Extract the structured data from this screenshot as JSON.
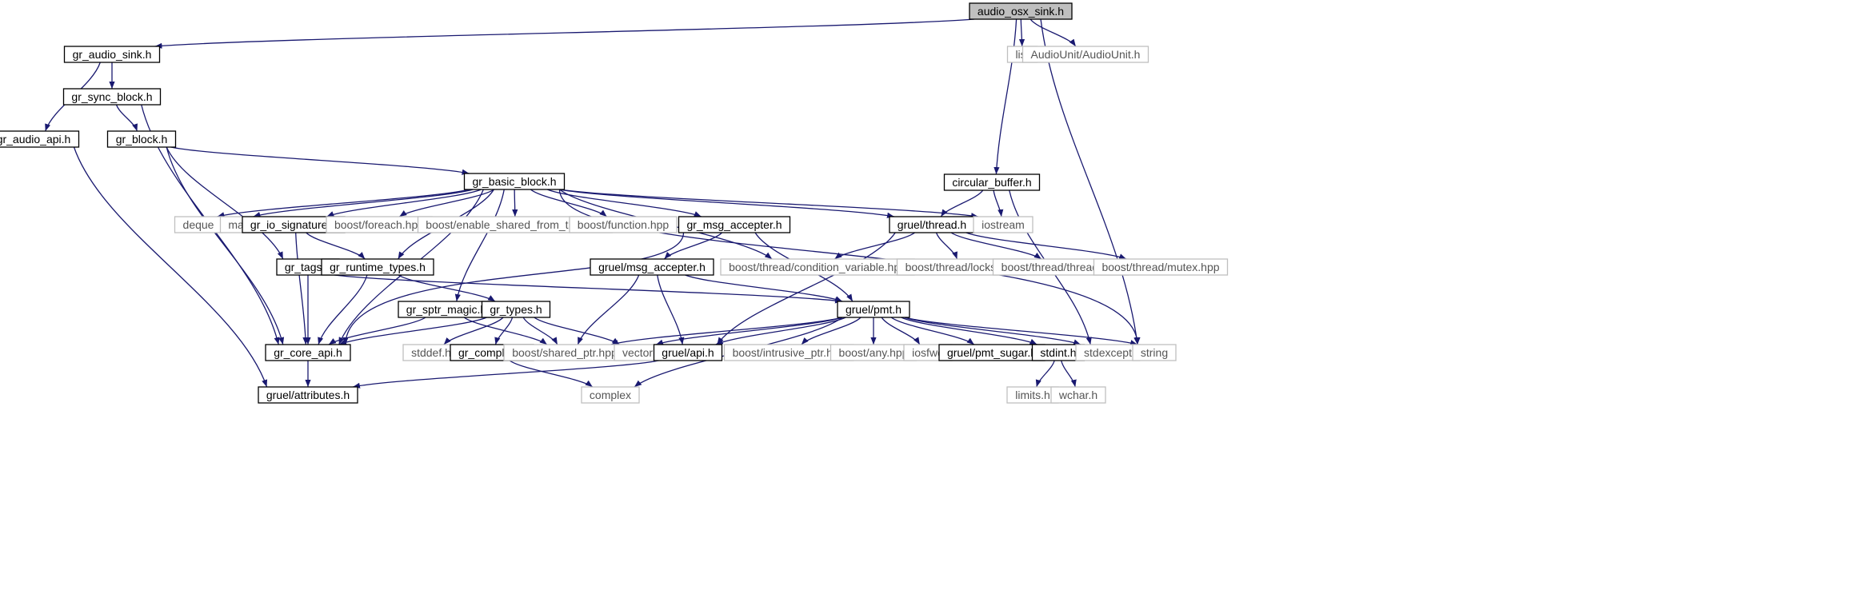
{
  "colors": {
    "edge": "#191970",
    "root_fill": "#bfbfbf",
    "node_border": "#000000",
    "external_border": "#bfbfbf",
    "external_text": "#555555"
  },
  "nodes": [
    {
      "id": "audio_osx_sink",
      "label": "audio_osx_sink.h",
      "kind": "root"
    },
    {
      "id": "gr_audio_sink",
      "label": "gr_audio_sink.h",
      "kind": "file"
    },
    {
      "id": "list",
      "label": "list",
      "kind": "external"
    },
    {
      "id": "audiounit",
      "label": "AudioUnit/AudioUnit.h",
      "kind": "external"
    },
    {
      "id": "gr_sync_block",
      "label": "gr_sync_block.h",
      "kind": "file"
    },
    {
      "id": "gr_audio_api",
      "label": "gr_audio_api.h",
      "kind": "file"
    },
    {
      "id": "gr_block",
      "label": "gr_block.h",
      "kind": "file"
    },
    {
      "id": "gr_basic_block",
      "label": "gr_basic_block.h",
      "kind": "file"
    },
    {
      "id": "circular_buffer",
      "label": "circular_buffer.h",
      "kind": "file"
    },
    {
      "id": "deque",
      "label": "deque",
      "kind": "external"
    },
    {
      "id": "map",
      "label": "map",
      "kind": "external"
    },
    {
      "id": "gr_io_signature",
      "label": "gr_io_signature.h",
      "kind": "file"
    },
    {
      "id": "boost_foreach",
      "label": "boost/foreach.hpp",
      "kind": "external"
    },
    {
      "id": "boost_enable_shared",
      "label": "boost/enable_shared_from_this.hpp",
      "kind": "external"
    },
    {
      "id": "boost_function",
      "label": "boost/function.hpp",
      "kind": "external"
    },
    {
      "id": "gr_msg_accepter",
      "label": "gr_msg_accepter.h",
      "kind": "file"
    },
    {
      "id": "gruel_thread",
      "label": "gruel/thread.h",
      "kind": "file"
    },
    {
      "id": "iostream",
      "label": "iostream",
      "kind": "external"
    },
    {
      "id": "gr_tags",
      "label": "gr_tags.h",
      "kind": "file"
    },
    {
      "id": "gr_runtime_types",
      "label": "gr_runtime_types.h",
      "kind": "file"
    },
    {
      "id": "gruel_msg_accepter",
      "label": "gruel/msg_accepter.h",
      "kind": "file"
    },
    {
      "id": "boost_condvar",
      "label": "boost/thread/condition_variable.hpp",
      "kind": "external"
    },
    {
      "id": "boost_locks",
      "label": "boost/thread/locks.hpp",
      "kind": "external"
    },
    {
      "id": "boost_thread",
      "label": "boost/thread/thread.hpp",
      "kind": "external"
    },
    {
      "id": "boost_mutex",
      "label": "boost/thread/mutex.hpp",
      "kind": "external"
    },
    {
      "id": "gr_sptr_magic",
      "label": "gr_sptr_magic.h",
      "kind": "file"
    },
    {
      "id": "gr_types",
      "label": "gr_types.h",
      "kind": "file"
    },
    {
      "id": "gruel_pmt",
      "label": "gruel/pmt.h",
      "kind": "file"
    },
    {
      "id": "gr_core_api",
      "label": "gr_core_api.h",
      "kind": "file"
    },
    {
      "id": "stddef",
      "label": "stddef.h",
      "kind": "external"
    },
    {
      "id": "gr_complex",
      "label": "gr_complex.h",
      "kind": "file"
    },
    {
      "id": "boost_shared_ptr",
      "label": "boost/shared_ptr.hpp",
      "kind": "external"
    },
    {
      "id": "vector",
      "label": "vector",
      "kind": "external"
    },
    {
      "id": "gruel_api",
      "label": "gruel/api.h",
      "kind": "file"
    },
    {
      "id": "boost_intrusive",
      "label": "boost/intrusive_ptr.hpp",
      "kind": "external"
    },
    {
      "id": "boost_any",
      "label": "boost/any.hpp",
      "kind": "external"
    },
    {
      "id": "iosfwd",
      "label": "iosfwd",
      "kind": "external"
    },
    {
      "id": "gruel_pmt_sugar",
      "label": "gruel/pmt_sugar.h",
      "kind": "file"
    },
    {
      "id": "stdint",
      "label": "stdint.h",
      "kind": "file"
    },
    {
      "id": "stdexcept",
      "label": "stdexcept",
      "kind": "external"
    },
    {
      "id": "string",
      "label": "string",
      "kind": "external"
    },
    {
      "id": "gruel_attributes",
      "label": "gruel/attributes.h",
      "kind": "file"
    },
    {
      "id": "complex",
      "label": "complex",
      "kind": "external"
    },
    {
      "id": "limits",
      "label": "limits.h",
      "kind": "external"
    },
    {
      "id": "wchar",
      "label": "wchar.h",
      "kind": "external"
    }
  ],
  "edges": [
    [
      "audio_osx_sink",
      "gr_audio_sink"
    ],
    [
      "audio_osx_sink",
      "list"
    ],
    [
      "audio_osx_sink",
      "audiounit"
    ],
    [
      "audio_osx_sink",
      "circular_buffer"
    ],
    [
      "audio_osx_sink",
      "string"
    ],
    [
      "gr_audio_sink",
      "gr_sync_block"
    ],
    [
      "gr_audio_sink",
      "gr_audio_api"
    ],
    [
      "gr_audio_api",
      "gruel_attributes"
    ],
    [
      "gr_sync_block",
      "gr_block"
    ],
    [
      "gr_sync_block",
      "gr_core_api"
    ],
    [
      "gr_block",
      "gr_basic_block"
    ],
    [
      "gr_block",
      "gr_tags"
    ],
    [
      "gr_block",
      "gr_core_api"
    ],
    [
      "gr_basic_block",
      "gr_core_api"
    ],
    [
      "gr_basic_block",
      "deque"
    ],
    [
      "gr_basic_block",
      "map"
    ],
    [
      "gr_basic_block",
      "gr_io_signature"
    ],
    [
      "gr_basic_block",
      "boost_foreach"
    ],
    [
      "gr_basic_block",
      "boost_enable_shared"
    ],
    [
      "gr_basic_block",
      "boost_function"
    ],
    [
      "gr_basic_block",
      "gr_msg_accepter"
    ],
    [
      "gr_basic_block",
      "gruel_thread"
    ],
    [
      "gr_basic_block",
      "iostream"
    ],
    [
      "gr_basic_block",
      "gr_runtime_types"
    ],
    [
      "gr_basic_block",
      "gr_sptr_magic"
    ],
    [
      "gr_basic_block",
      "boost_condvar"
    ],
    [
      "gr_basic_block",
      "string"
    ],
    [
      "circular_buffer",
      "gruel_thread"
    ],
    [
      "circular_buffer",
      "iostream"
    ],
    [
      "circular_buffer",
      "stdexcept"
    ],
    [
      "gr_io_signature",
      "gr_runtime_types"
    ],
    [
      "gr_io_signature",
      "gr_core_api"
    ],
    [
      "gr_msg_accepter",
      "gruel_msg_accepter"
    ],
    [
      "gr_msg_accepter",
      "gruel_pmt"
    ],
    [
      "gr_msg_accepter",
      "gr_core_api"
    ],
    [
      "gruel_thread",
      "boost_condvar"
    ],
    [
      "gruel_thread",
      "boost_locks"
    ],
    [
      "gruel_thread",
      "boost_thread"
    ],
    [
      "gruel_thread",
      "boost_mutex"
    ],
    [
      "gruel_thread",
      "gruel_api"
    ],
    [
      "gr_tags",
      "gr_core_api"
    ],
    [
      "gr_tags",
      "gruel_pmt"
    ],
    [
      "gr_runtime_types",
      "gr_types"
    ],
    [
      "gr_runtime_types",
      "gr_core_api"
    ],
    [
      "gruel_msg_accepter",
      "gruel_pmt"
    ],
    [
      "gruel_msg_accepter",
      "gruel_api"
    ],
    [
      "gruel_msg_accepter",
      "boost_shared_ptr"
    ],
    [
      "gr_sptr_magic",
      "gr_core_api"
    ],
    [
      "gr_sptr_magic",
      "boost_shared_ptr"
    ],
    [
      "gr_types",
      "gr_core_api"
    ],
    [
      "gr_types",
      "stddef"
    ],
    [
      "gr_types",
      "gr_complex"
    ],
    [
      "gr_types",
      "boost_shared_ptr"
    ],
    [
      "gr_types",
      "vector"
    ],
    [
      "gruel_pmt",
      "gruel_api"
    ],
    [
      "gruel_pmt",
      "boost_shared_ptr"
    ],
    [
      "gruel_pmt",
      "vector"
    ],
    [
      "gruel_pmt",
      "boost_intrusive"
    ],
    [
      "gruel_pmt",
      "boost_any"
    ],
    [
      "gruel_pmt",
      "iosfwd"
    ],
    [
      "gruel_pmt",
      "gruel_pmt_sugar"
    ],
    [
      "gruel_pmt",
      "stdint"
    ],
    [
      "gruel_pmt",
      "stdexcept"
    ],
    [
      "gruel_pmt",
      "string"
    ],
    [
      "gruel_pmt",
      "complex"
    ],
    [
      "gr_core_api",
      "gruel_attributes"
    ],
    [
      "gruel_api",
      "gruel_attributes"
    ],
    [
      "gr_complex",
      "complex"
    ],
    [
      "stdint",
      "limits"
    ],
    [
      "stdint",
      "wchar"
    ]
  ]
}
